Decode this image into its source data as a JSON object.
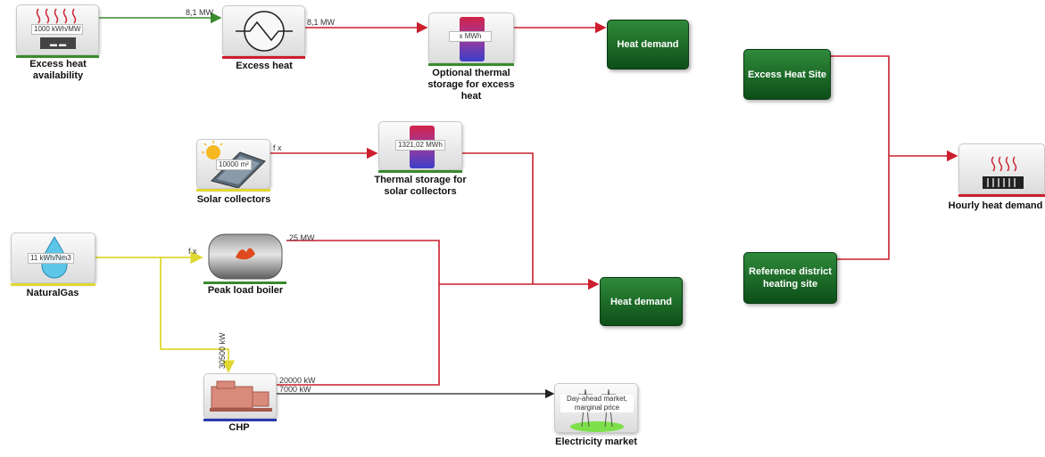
{
  "colors": {
    "heat": "#cc1f2e",
    "gas": "#e0d832",
    "excess_in": "#3a8a2e",
    "elec": "#222222",
    "green": "#14612a"
  },
  "nodes": {
    "excess_heat_avail": {
      "label": "Excess heat availability",
      "value": "1000 kWh/MW"
    },
    "excess_heat": {
      "label": "Excess heat"
    },
    "optional_storage": {
      "label": "Optional thermal storage for excess heat",
      "value": "x  MWh"
    },
    "heat_demand_1": {
      "label": "Heat demand"
    },
    "solar": {
      "label": "Solar collectors",
      "value": "10000 m²"
    },
    "thermal_storage": {
      "label": "Thermal storage for solar collectors",
      "value": "1321,02 MWh"
    },
    "natural_gas": {
      "label": "NaturalGas",
      "value": "11 kWh/Nm3"
    },
    "peak_boiler": {
      "label": "Peak load boiler"
    },
    "heat_demand_2": {
      "label": "Heat demand"
    },
    "chp": {
      "label": "CHP"
    },
    "electricity_market": {
      "label": "Electricity market",
      "value": "Day-ahead market, marginal price"
    },
    "excess_heat_site": {
      "label": "Excess Heat Site"
    },
    "reference_site": {
      "label": "Reference district heating site"
    },
    "hourly_heat": {
      "label": "Hourly heat demand"
    }
  },
  "flows": {
    "excess_in": "8,1 MW",
    "excess_out": "8,1 MW",
    "solar_out": "f x",
    "gas_to_boiler": "f x",
    "boiler_out": "25 MW",
    "gas_to_chp": "30500 kW",
    "chp_heat": "20000 kW",
    "chp_elec": "7000 kW"
  }
}
